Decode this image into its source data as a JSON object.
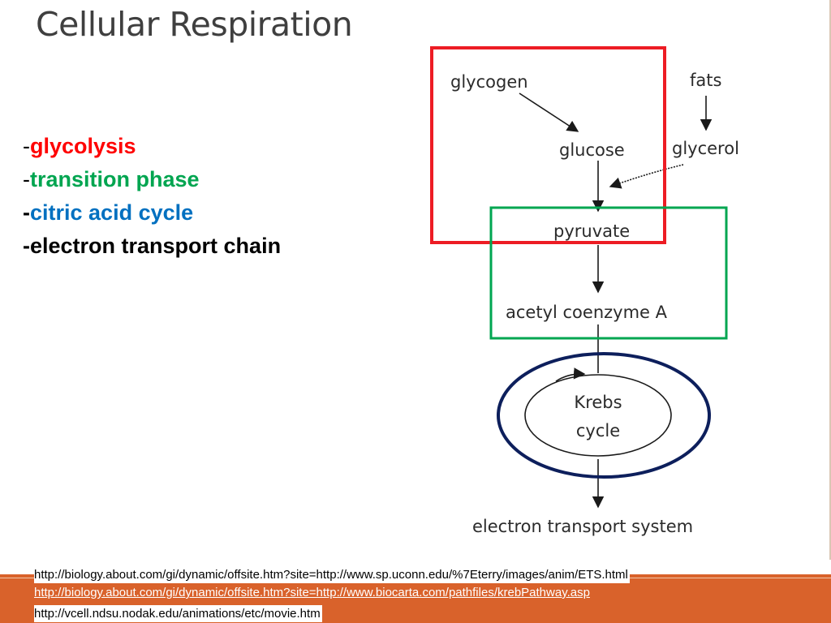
{
  "title": "Cellular Respiration",
  "steps": [
    {
      "dash": "-",
      "label": "glycolysis",
      "color": "#ff0000"
    },
    {
      "dash": "-",
      "label": "transition phase",
      "color": "#00a550"
    },
    {
      "dash": "-",
      "label": "citric acid cycle",
      "color": "#0070c0"
    },
    {
      "dash": "-",
      "label": "electron transport chain",
      "color": "#000000"
    }
  ],
  "diagram": {
    "nodes": {
      "glycogen": "glycogen",
      "fats": "fats",
      "glucose": "glucose",
      "glycerol": "glycerol",
      "pyruvate": "pyruvate",
      "acetyl": "acetyl coenzyme A",
      "krebs_line1": "Krebs",
      "krebs_line2": "cycle",
      "ets": "electron transport system"
    },
    "highlight_colors": {
      "glycolysis_box": "#ed1c24",
      "transition_box": "#00a651",
      "krebs_ring": "#0d1f5c"
    }
  },
  "references": [
    "http://biology.about.com/gi/dynamic/offsite.htm?site=http://www.sp.uconn.edu/%7Eterry/images/anim/ETS.html",
    "http://biology.about.com/gi/dynamic/offsite.htm?site=http://www.biocarta.com/pathfiles/krebPathway.asp",
    "http://vcell.ndsu.nodak.edu/animations/etc/movie.htm"
  ],
  "footer_color": "#d9622b"
}
